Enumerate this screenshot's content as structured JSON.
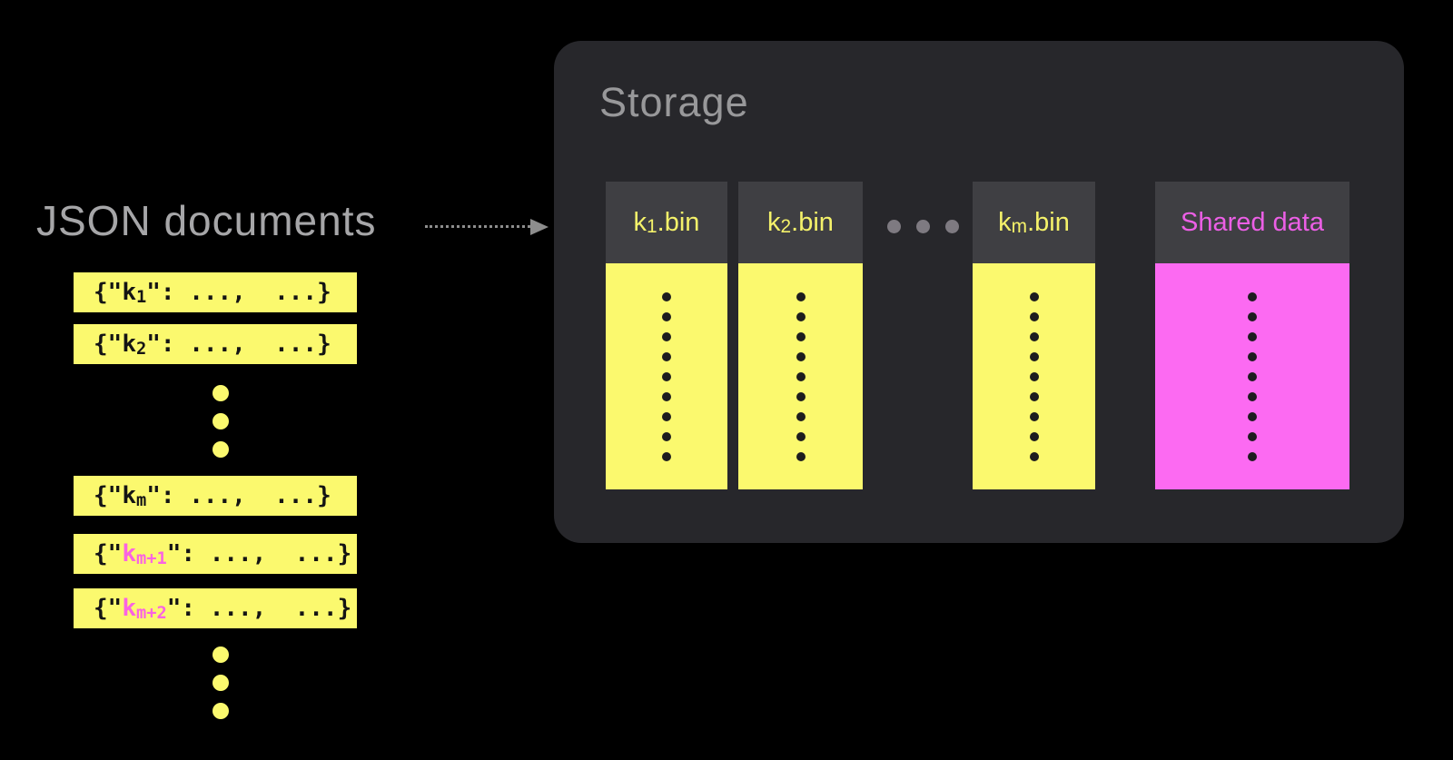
{
  "colors": {
    "background": "#000000",
    "document_yellow": "#fbf96e",
    "shared_magenta": "#fc6af2",
    "pink_key_text": "#fa63e2",
    "shared_label_text": "#ec5fe6",
    "storage_panel_bg": "#27272b",
    "column_header_bg": "#3f3f43",
    "header_label_yellow": "#f5f26a",
    "muted_gray_text": "#a6a6a8",
    "storage_title_gray": "#98989a",
    "arrow_gray": "#8d8d8d",
    "ellipsis_gray": "#7e7a81",
    "dark_dot": "#1d1d1f"
  },
  "docs": {
    "title": "JSON documents",
    "rows": [
      {
        "open": "{\"",
        "key": "k",
        "sub": "1",
        "rest": "\": ...,  ...}"
      },
      {
        "open": "{\"",
        "key": "k",
        "sub": "2",
        "rest": "\": ...,  ...}"
      },
      {
        "open": "{\"",
        "key": "k",
        "sub": "m",
        "rest": "\": ...,  ...}"
      },
      {
        "open": "{\"",
        "key": "k",
        "sub": "m+1",
        "rest": "\": ...,  ...}"
      },
      {
        "open": "{\"",
        "key": "k",
        "sub": "m+2",
        "rest": "\": ...,  ...}"
      }
    ]
  },
  "storage": {
    "title": "Storage",
    "columns": [
      {
        "key": "k",
        "sub": "1",
        "rest": ".bin"
      },
      {
        "key": "k",
        "sub": "2",
        "rest": ".bin"
      },
      {
        "key": "k",
        "sub": "m",
        "rest": ".bin"
      },
      {
        "label": "Shared data"
      }
    ]
  }
}
